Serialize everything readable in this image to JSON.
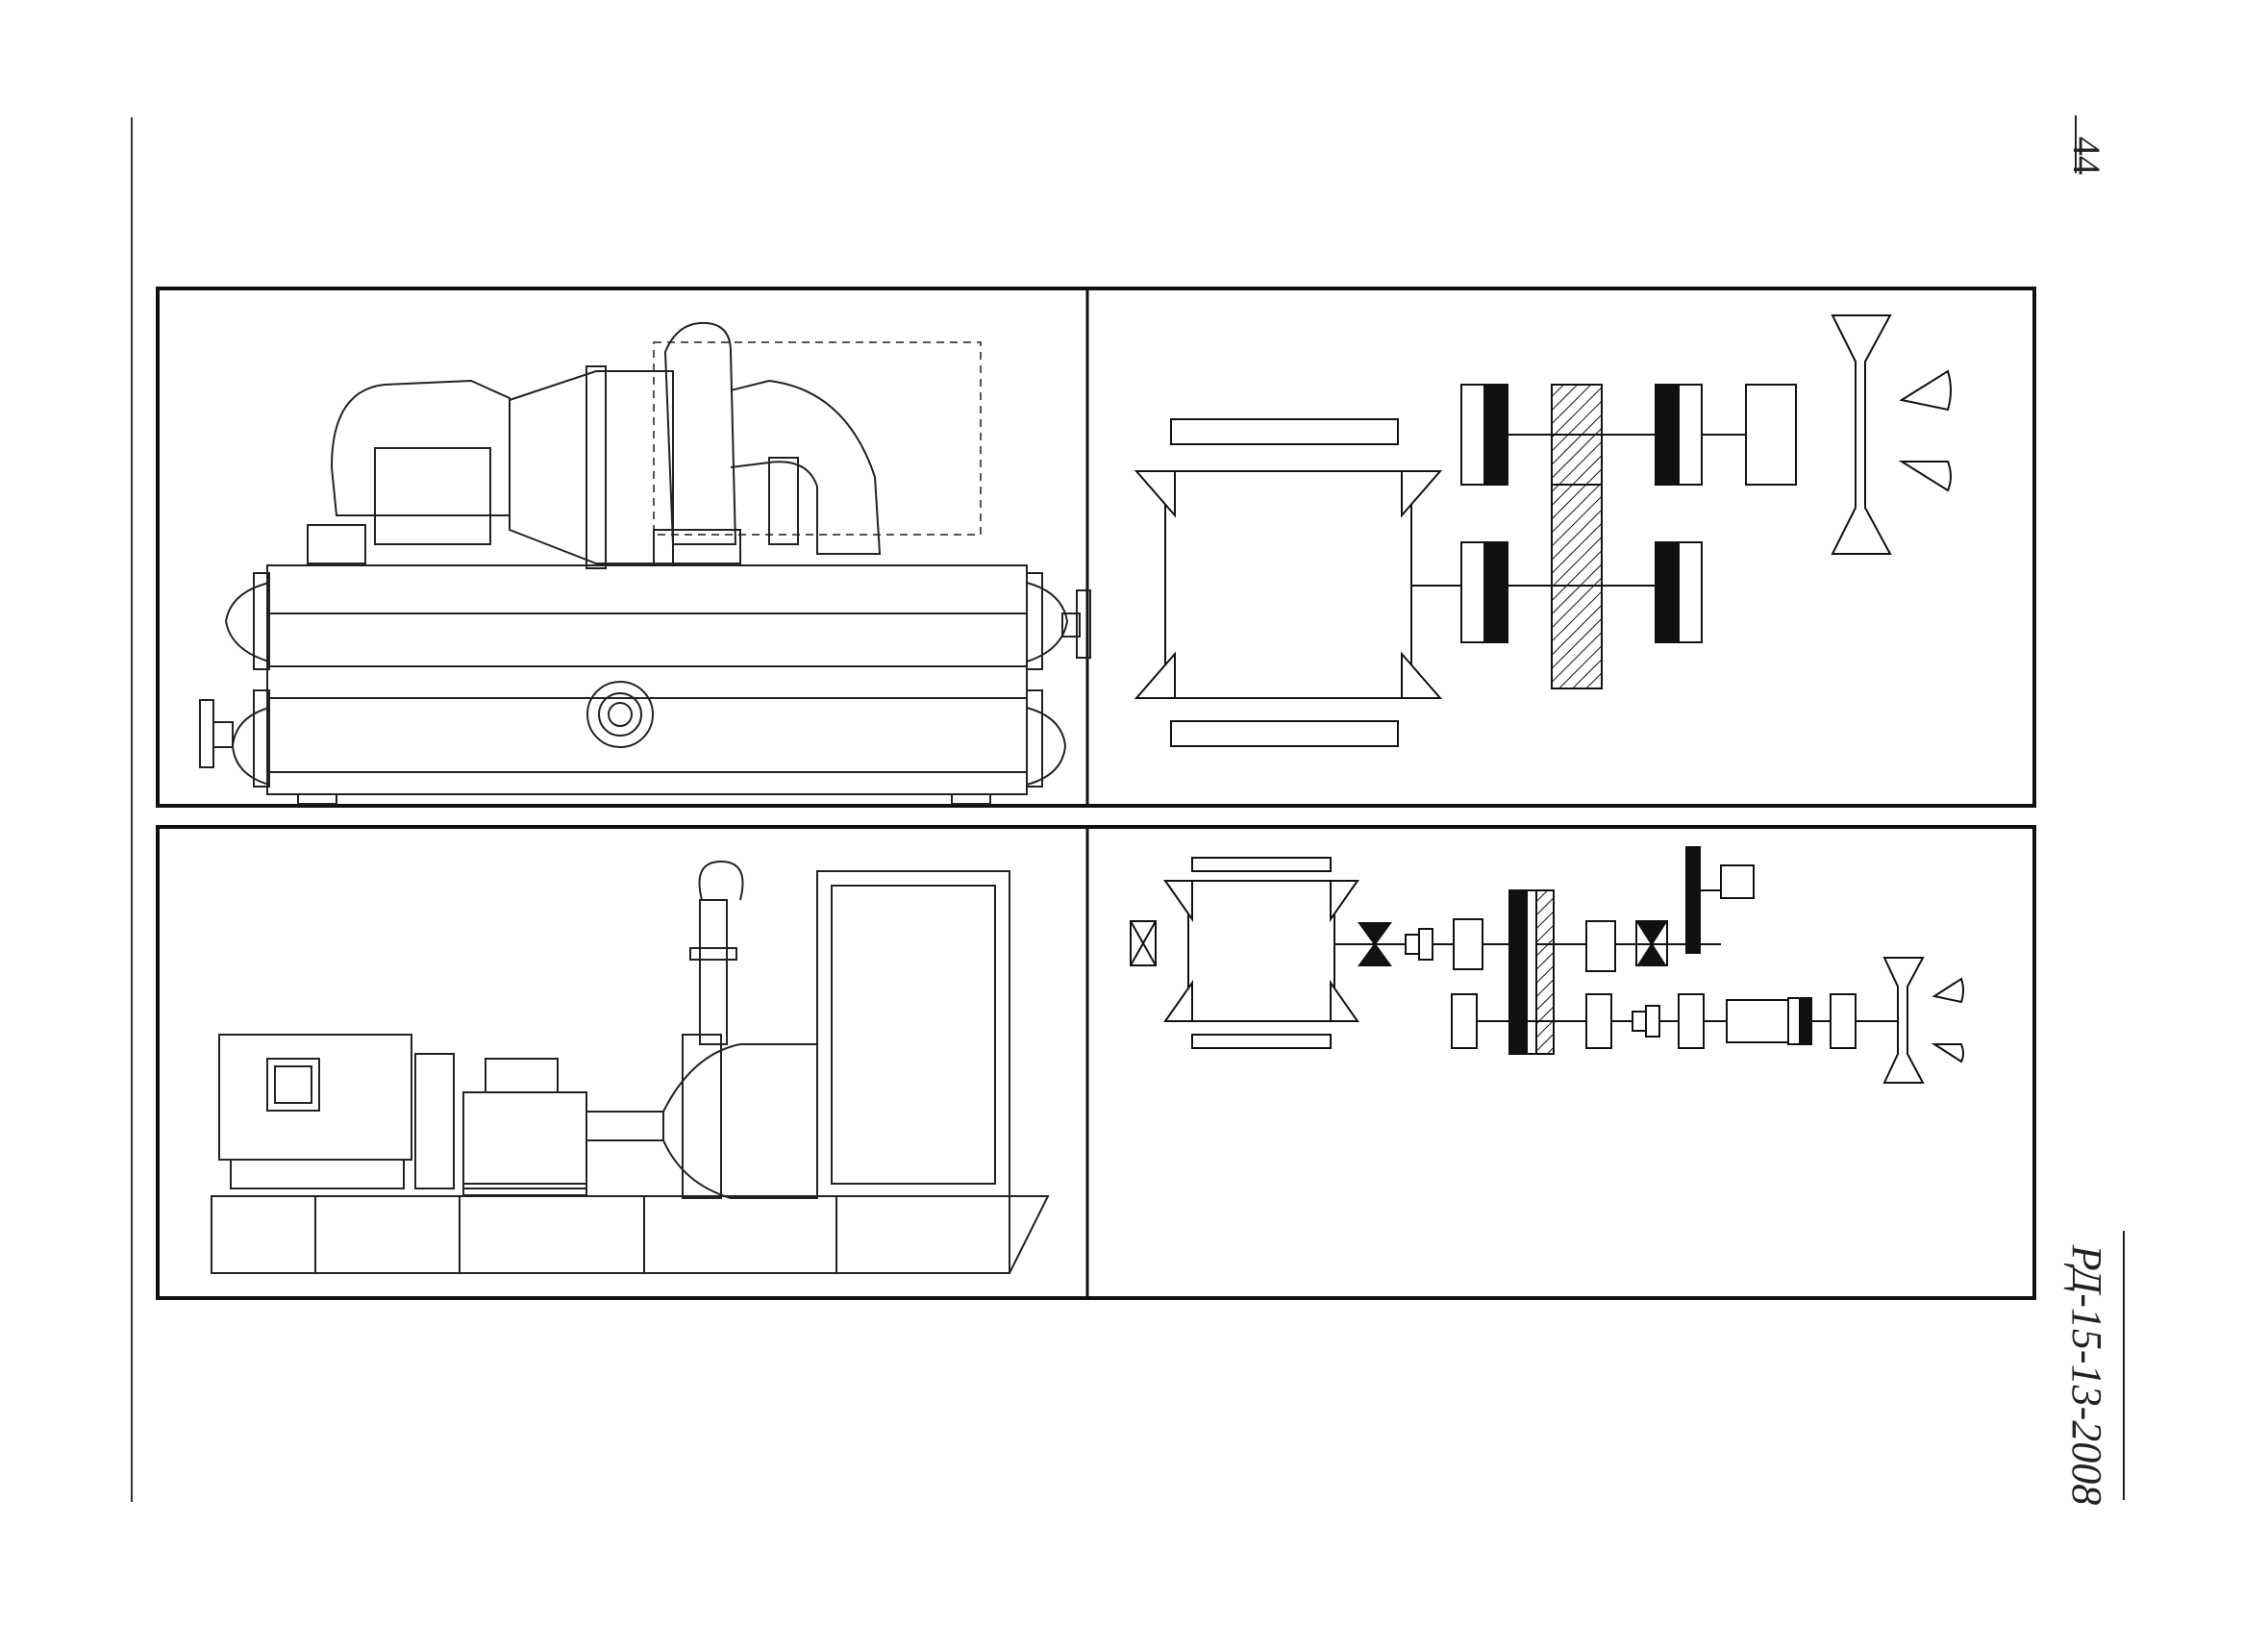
{
  "page": {
    "number": "44",
    "doc_code": "РД-15-13-2008"
  },
  "figure": {
    "panels": [
      {
        "name": "centrifugal-chiller-view"
      },
      {
        "name": "chiller-kinematic-scheme"
      },
      {
        "name": "compressor-unit-view"
      },
      {
        "name": "compressor-kinematic-scheme"
      }
    ]
  }
}
